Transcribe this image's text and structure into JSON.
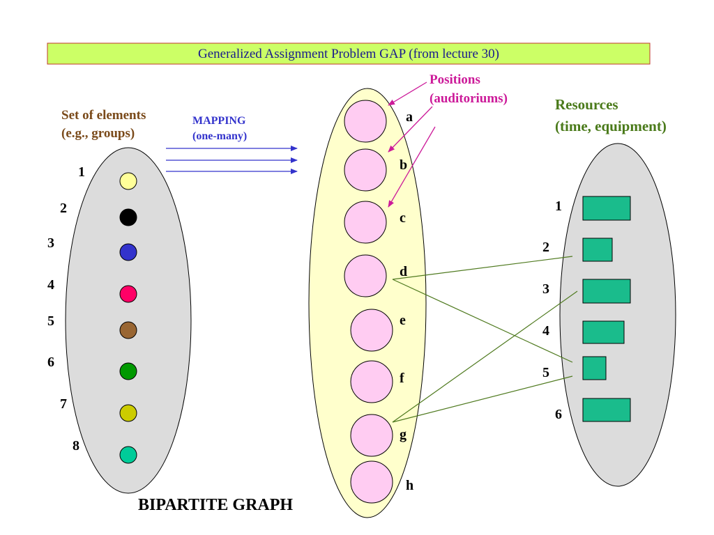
{
  "title": "Generalized Assignment Problem GAP (from lecture 30)",
  "colors": {
    "title_bg": "#ccff66",
    "title_border": "#c0392b",
    "ellipse_gray": "#dcdcdc",
    "ellipse_yellow": "#ffffcc",
    "position_circle": "#ffccf2",
    "resource_rect": "#1abc8c",
    "mapping_blue": "#3333cc",
    "positions_magenta": "#cc1a99",
    "resources_green": "#4a7a1a",
    "elements_brown": "#7a4a1a",
    "edge_green": "#4f7a1f"
  },
  "elements": {
    "heading_line1": "Set of elements",
    "heading_line2": "(e.g., groups)",
    "labels": [
      "1",
      "2",
      "3",
      "4",
      "5",
      "6",
      "7",
      "8"
    ],
    "dot_colors": [
      "#ffff99",
      "#000000",
      "#3333cc",
      "#ff0066",
      "#996633",
      "#009900",
      "#cccc00",
      "#00cc99"
    ]
  },
  "mapping": {
    "line1": "MAPPING",
    "line2": "(one-many)"
  },
  "positions": {
    "heading_line1": "Positions",
    "heading_line2": "(auditoriums)",
    "labels": [
      "a",
      "b",
      "c",
      "d",
      "e",
      "f",
      "g",
      "h"
    ]
  },
  "resources": {
    "heading_line1": "Resources",
    "heading_line2": "(time, equipment)",
    "labels": [
      "1",
      "2",
      "3",
      "4",
      "5",
      "6"
    ]
  },
  "edges": [
    {
      "from": "d",
      "to": "2"
    },
    {
      "from": "d",
      "to": "5"
    },
    {
      "from": "g",
      "to": "3"
    },
    {
      "from": "g",
      "to": "5"
    }
  ],
  "footer": "BIPARTITE GRAPH"
}
